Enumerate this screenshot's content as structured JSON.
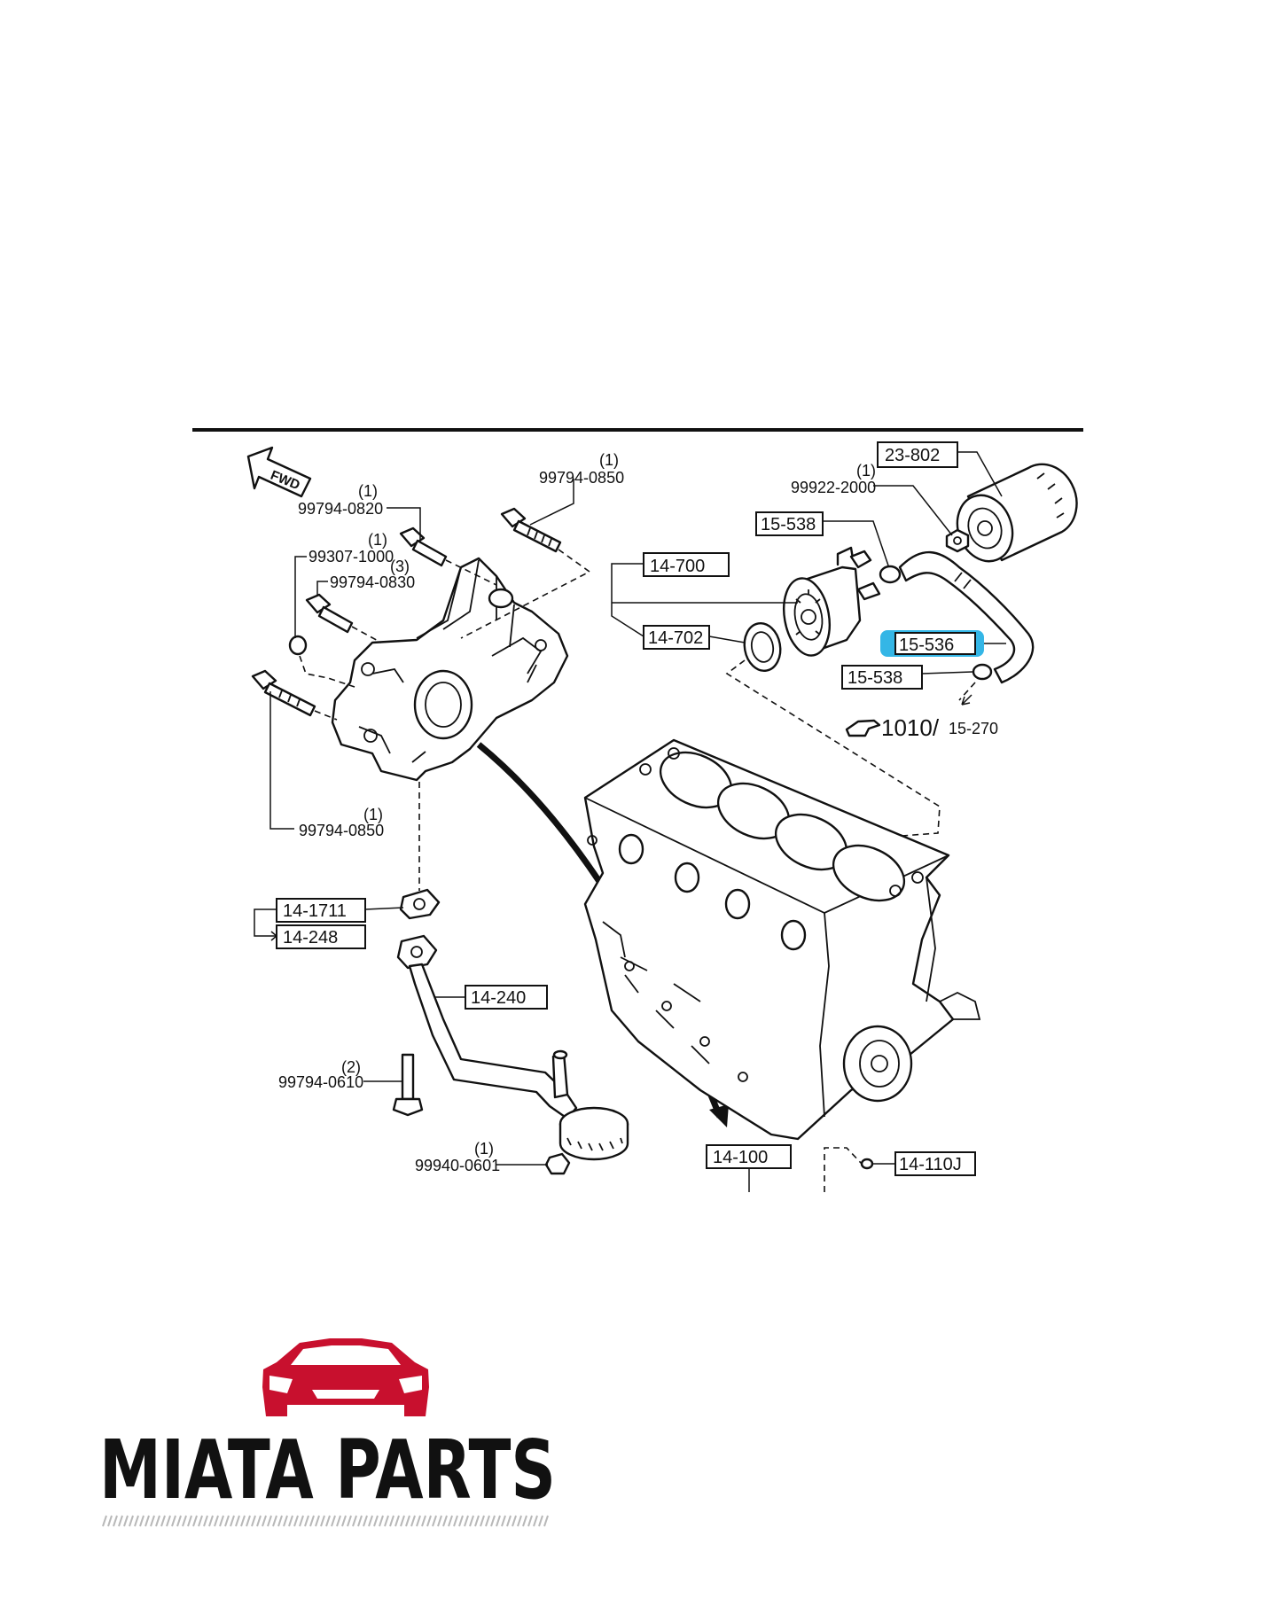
{
  "diagram": {
    "fwd_label": "FWD",
    "quantities": {
      "q_0850_top": "(1)",
      "q_0820": "(1)",
      "q_1000": "(1)",
      "q_0830": "(3)",
      "q_0850_bottom": "(1)",
      "q_0610": "(2)",
      "q_0601": "(1)",
      "q_2000": "(1)"
    },
    "part_numbers": {
      "p_0850_top": "99794-0850",
      "p_0820": "99794-0820",
      "p_1000": "99307-1000",
      "p_0830": "99794-0830",
      "p_0850_bottom": "99794-0850",
      "p_0610": "99794-0610",
      "p_0601": "99940-0601",
      "p_2000": "99922-2000"
    },
    "boxed_labels": {
      "b_23802": "23-802",
      "b_15538_top": "15-538",
      "b_14700": "14-700",
      "b_14702": "14-702",
      "b_15536": "15-536",
      "b_15538_bottom": "15-538",
      "b_141711": "14-1711",
      "b_14248": "14-248",
      "b_14240": "14-240",
      "b_14100": "14-100",
      "b_14110j": "14-110J"
    },
    "reference_main": "1010/",
    "reference_sub": "15-270",
    "highlight_color": "#34b6e6"
  },
  "brand": {
    "name": "MIATA PARTS",
    "logo_color": "#c8102e"
  }
}
